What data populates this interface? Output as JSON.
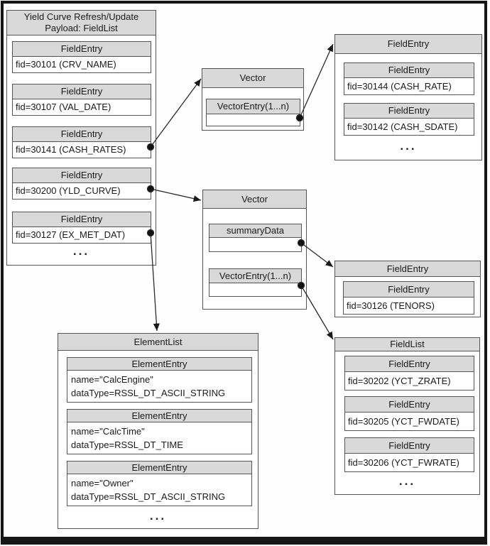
{
  "payload_box": {
    "title_line1": "Yield Curve Refresh/Update",
    "title_line2": "Payload: FieldList",
    "entries": [
      {
        "title": "FieldEntry",
        "value": "fid=30101 (CRV_NAME)"
      },
      {
        "title": "FieldEntry",
        "value": "fid=30107 (VAL_DATE)"
      },
      {
        "title": "FieldEntry",
        "value": "fid=30141 (CASH_RATES)"
      },
      {
        "title": "FieldEntry",
        "value": "fid=30200 (YLD_CURVE)"
      },
      {
        "title": "FieldEntry",
        "value": "fid=30127 (EX_MET_DAT)"
      }
    ],
    "ellipsis": "..."
  },
  "vector_top": {
    "title": "Vector",
    "entry_title": "VectorEntry(1...n)"
  },
  "cash_box": {
    "title": "FieldEntry",
    "entries": [
      {
        "title": "FieldEntry",
        "value": "fid=30144 (CASH_RATE)"
      },
      {
        "title": "FieldEntry",
        "value": "fid=30142 (CASH_SDATE)"
      }
    ],
    "ellipsis": "..."
  },
  "vector_mid": {
    "title": "Vector",
    "summary_title": "summaryData",
    "entry_title": "VectorEntry(1...n)"
  },
  "tenors_box": {
    "title": "FieldEntry",
    "entry": {
      "title": "FieldEntry",
      "value": "fid=30126 (TENORS)"
    }
  },
  "fieldlist_box": {
    "title": "FieldList",
    "entries": [
      {
        "title": "FieldEntry",
        "value": "fid=30202 (YCT_ZRATE)"
      },
      {
        "title": "FieldEntry",
        "value": "fid=30205 (YCT_FWDATE)"
      },
      {
        "title": "FieldEntry",
        "value": "fid=30206 (YCT_FWRATE)"
      }
    ],
    "ellipsis": "..."
  },
  "elementlist_box": {
    "title": "ElementList",
    "entries": [
      {
        "title": "ElementEntry",
        "line1": "name=\"CalcEngine\"",
        "line2": "dataType=RSSL_DT_ASCII_STRING"
      },
      {
        "title": "ElementEntry",
        "line1": "name=\"CalcTime\"",
        "line2": "dataType=RSSL_DT_TIME"
      },
      {
        "title": "ElementEntry",
        "line1": "name=\"Owner\"",
        "line2": "dataType=RSSL_DT_ASCII_STRING"
      }
    ],
    "ellipsis": "..."
  },
  "colors": {
    "header_fill": "#d9d9d9",
    "box_border": "#555555",
    "arrow": "#2a2a2a",
    "frame": "#161616",
    "background": "#ffffff"
  }
}
